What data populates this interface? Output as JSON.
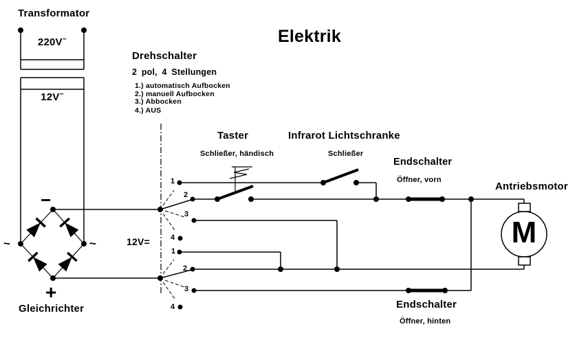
{
  "title": "Elektrik",
  "transformer": {
    "label": "Transformator",
    "primary_value": "220V",
    "primary_ac": "~",
    "secondary_value": "12V",
    "secondary_ac": "~"
  },
  "rectifier": {
    "label": "Gleichrichter",
    "minus": "−",
    "plus": "+",
    "ac_left": "~",
    "ac_right": "~"
  },
  "dc_label": "12V=",
  "rotary_switch": {
    "label": "Drehschalter",
    "config": "2 pol, 4 Stellungen",
    "positions": [
      "1.) automatisch Aufbocken",
      "2.) manuell Aufbocken",
      "3.) Abbocken",
      "4.) AUS"
    ],
    "pole1_contacts": [
      "1",
      "2",
      "3",
      "4"
    ],
    "pole2_contacts": [
      "1",
      "2",
      "3",
      "4"
    ]
  },
  "taster": {
    "label": "Taster",
    "subtitle": "Schließer, händisch"
  },
  "lichtschranke": {
    "label": "Infrarot Lichtschranke",
    "subtitle": "Schließer"
  },
  "endschalter_vorn": {
    "label": "Endschalter",
    "subtitle": "Öffner, vorn"
  },
  "endschalter_hinten": {
    "label": "Endschalter",
    "subtitle": "Öffner, hinten"
  },
  "motor": {
    "label": "Antriebsmotor",
    "symbol": "M"
  },
  "colors": {
    "line": "#000000",
    "background": "#ffffff"
  }
}
